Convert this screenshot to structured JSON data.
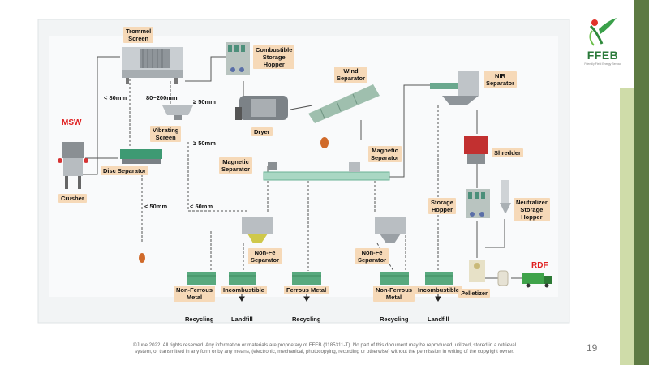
{
  "brand": {
    "name": "FFEB",
    "tagline": "Friendly Field Energy Berhad"
  },
  "page_number": "19",
  "footer": {
    "line1": "©June 2022. All rights reserved. Any information or materials are proprietary of FFEB (1185311-T). No part of this document may be reproduced, utilized, stored in a retrieval",
    "line2": "system, or transmitted in any form or by any means, (electronic, mechanical, photocopying, recording or otherwise) without the permission in writing of the copyright owner."
  },
  "diagram": {
    "input_label": "MSW",
    "output_label": "RDF",
    "equipment": {
      "trommel": "Trommel\nScreen",
      "crusher": "Crusher",
      "disc_separator": "Disc Separator",
      "vibrating_screen": "Vibrating\nScreen",
      "combustible_hopper": "Combustible\nStorage\nHopper",
      "dryer": "Dryer",
      "wind_separator": "Wind\nSeparator",
      "magnetic_separator_1": "Magnetic\nSeparator",
      "magnetic_separator_2": "Magnetic\nSeparator",
      "non_fe_separator_1": "Non-Fe\nSeparator",
      "non_fe_separator_2": "Non-Fe\nSeparator",
      "nir_separator": "NIR\nSeparator",
      "shredder": "Shredder",
      "storage_hopper": "Storage\nHopper",
      "neutralizer_hopper": "Neutralizer\nStorage\nHopper",
      "pelletizer": "Pelletizer"
    },
    "size_labels": {
      "lt80": "< 80mm",
      "range80_200": "80~200mm",
      "ge50_top": "≥ 50mm",
      "ge50_bottom": "≥ 50mm",
      "lt50_left": "< 50mm",
      "lt50_right": "< 50mm"
    },
    "products": {
      "nonferrous_1": "Non-Ferrous\nMetal",
      "incombustible_1": "Incombustible",
      "ferrous": "Ferrous Metal",
      "nonferrous_2": "Non-Ferrous\nMetal",
      "incombustible_2": "Incombustible"
    },
    "destinations": {
      "d1": "Recycling",
      "d2": "Landfill",
      "d3": "Recycling",
      "d4": "Recycling",
      "d5": "Landfill"
    }
  }
}
